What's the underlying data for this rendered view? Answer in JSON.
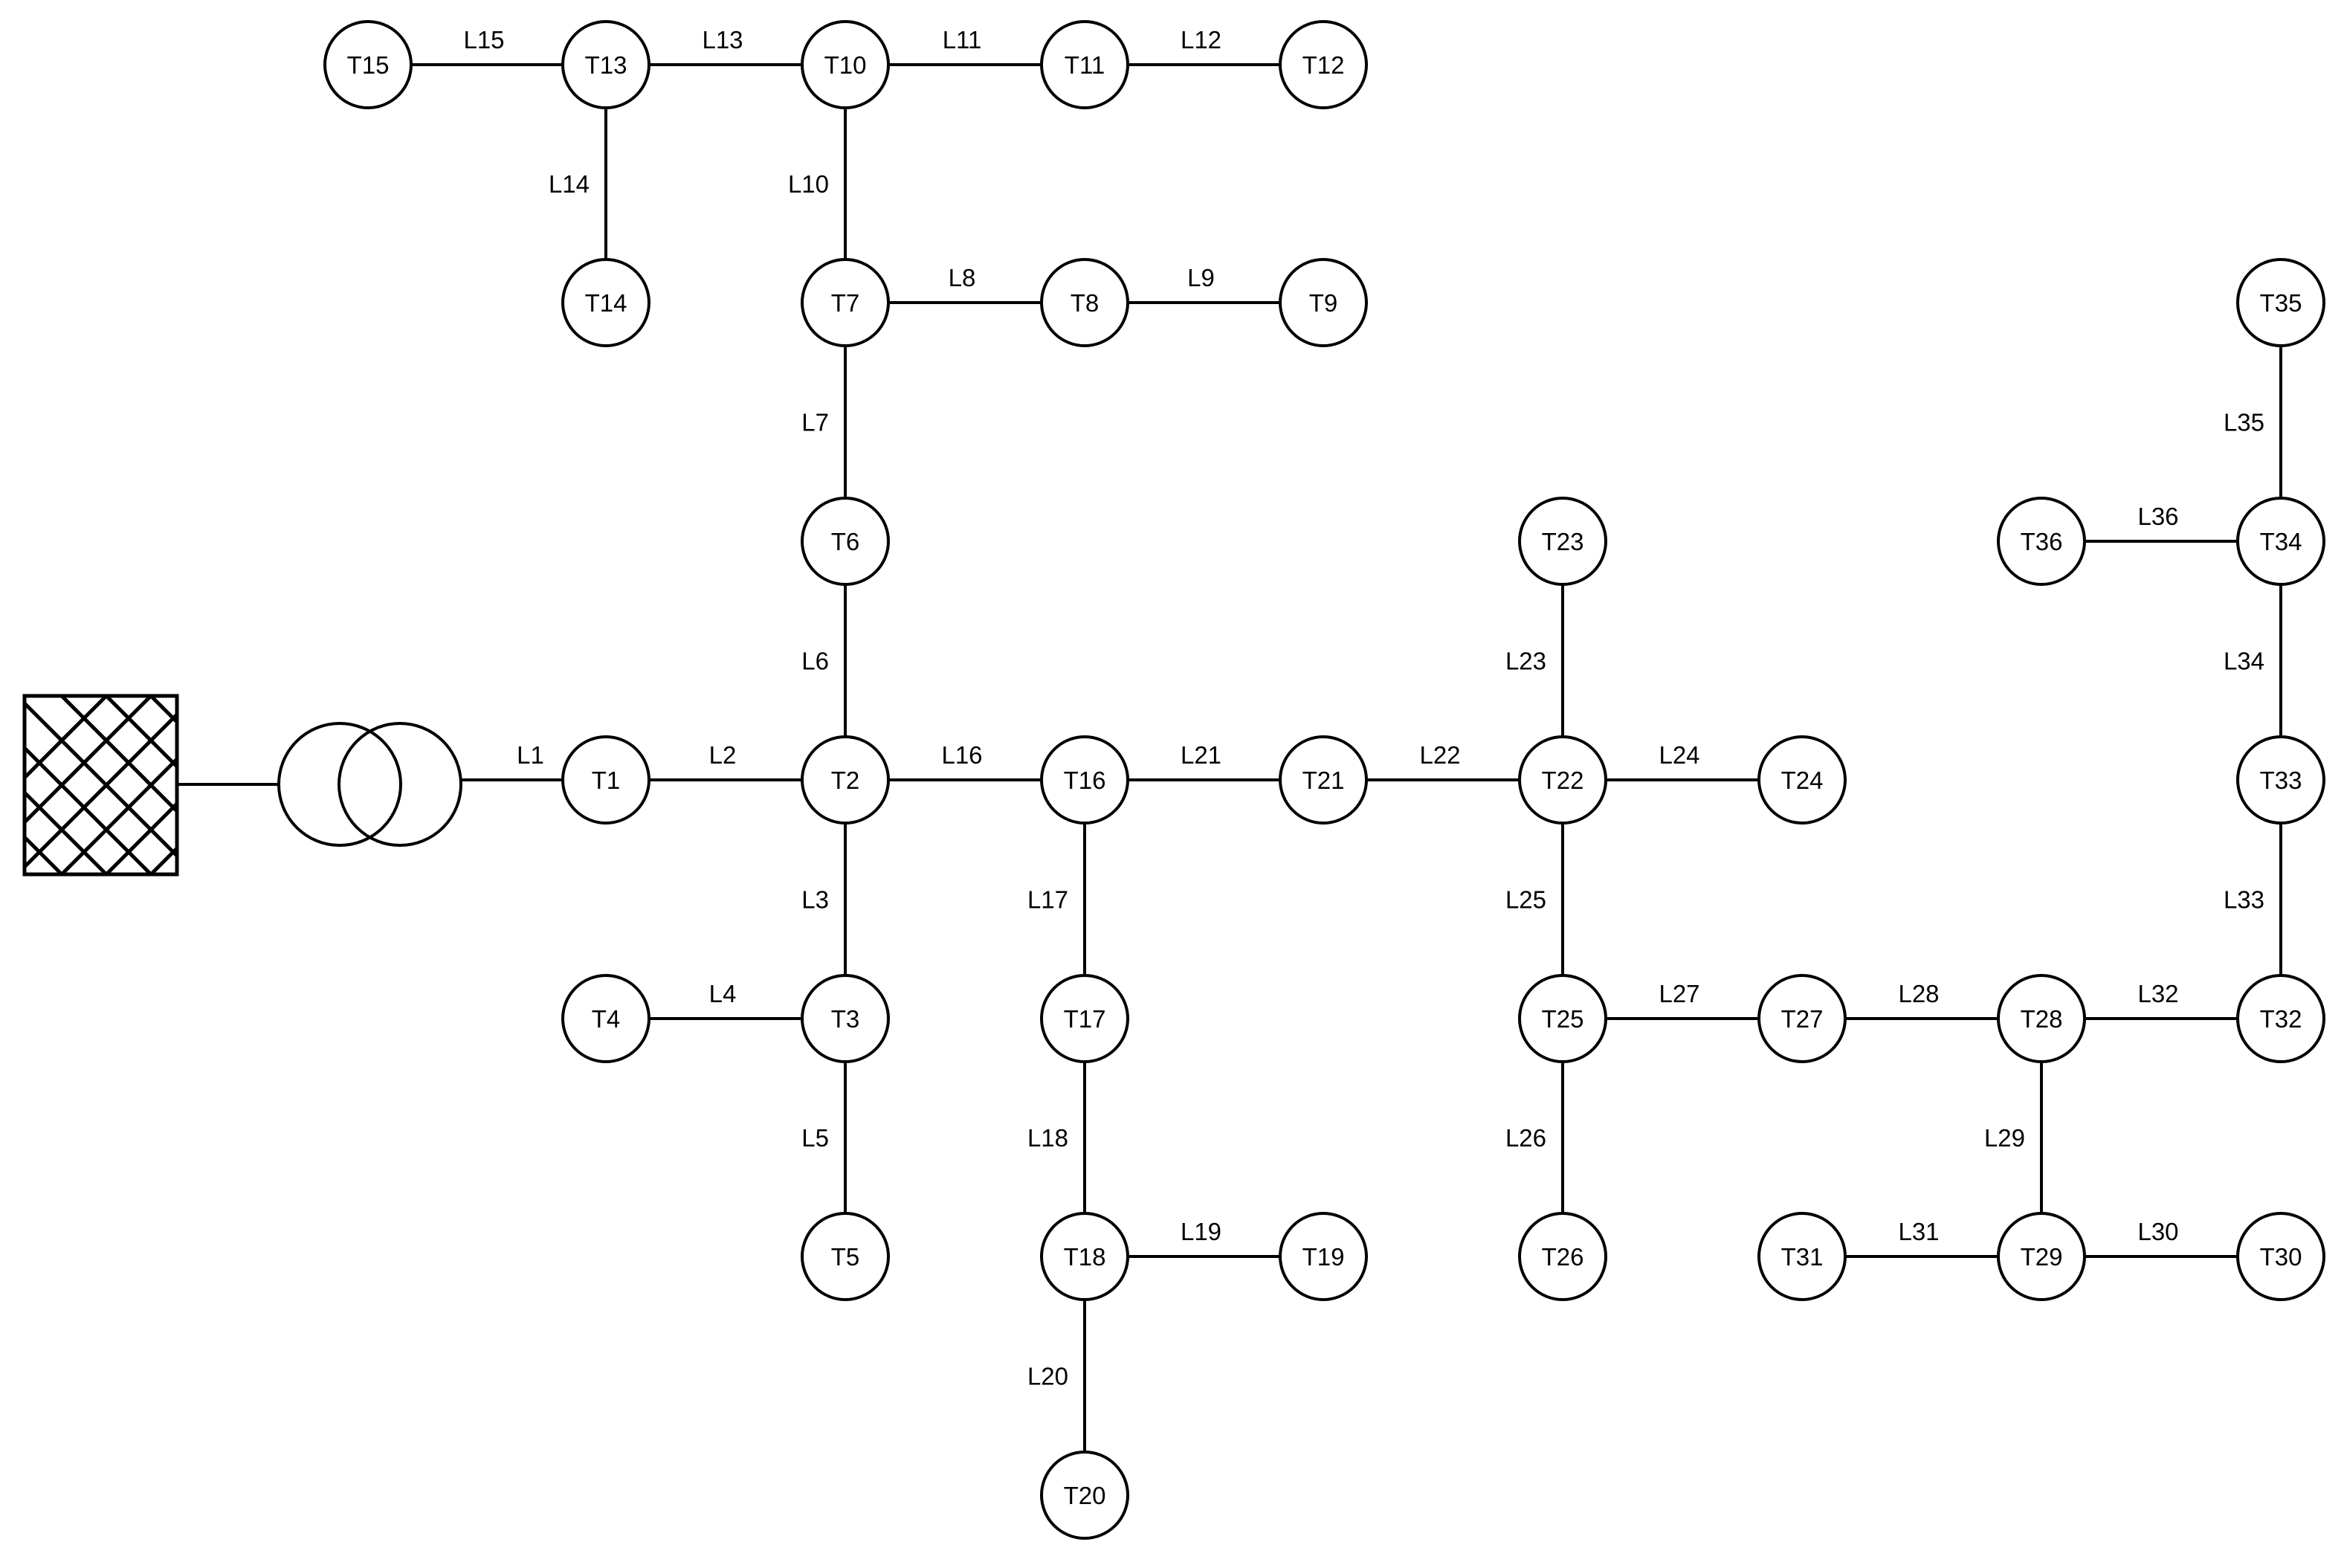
{
  "nodes": [
    {
      "id": "T1",
      "label": "T1"
    },
    {
      "id": "T2",
      "label": "T2"
    },
    {
      "id": "T3",
      "label": "T3"
    },
    {
      "id": "T4",
      "label": "T4"
    },
    {
      "id": "T5",
      "label": "T5"
    },
    {
      "id": "T6",
      "label": "T6"
    },
    {
      "id": "T7",
      "label": "T7"
    },
    {
      "id": "T8",
      "label": "T8"
    },
    {
      "id": "T9",
      "label": "T9"
    },
    {
      "id": "T10",
      "label": "T10"
    },
    {
      "id": "T11",
      "label": "T11"
    },
    {
      "id": "T12",
      "label": "T12"
    },
    {
      "id": "T13",
      "label": "T13"
    },
    {
      "id": "T14",
      "label": "T14"
    },
    {
      "id": "T15",
      "label": "T15"
    },
    {
      "id": "T16",
      "label": "T16"
    },
    {
      "id": "T17",
      "label": "T17"
    },
    {
      "id": "T18",
      "label": "T18"
    },
    {
      "id": "T19",
      "label": "T19"
    },
    {
      "id": "T20",
      "label": "T20"
    },
    {
      "id": "T21",
      "label": "T21"
    },
    {
      "id": "T22",
      "label": "T22"
    },
    {
      "id": "T23",
      "label": "T23"
    },
    {
      "id": "T24",
      "label": "T24"
    },
    {
      "id": "T25",
      "label": "T25"
    },
    {
      "id": "T26",
      "label": "T26"
    },
    {
      "id": "T27",
      "label": "T27"
    },
    {
      "id": "T28",
      "label": "T28"
    },
    {
      "id": "T29",
      "label": "T29"
    },
    {
      "id": "T30",
      "label": "T30"
    },
    {
      "id": "T31",
      "label": "T31"
    },
    {
      "id": "T32",
      "label": "T32"
    },
    {
      "id": "T33",
      "label": "T33"
    },
    {
      "id": "T34",
      "label": "T34"
    },
    {
      "id": "T35",
      "label": "T35"
    },
    {
      "id": "T36",
      "label": "T36"
    }
  ],
  "lines": [
    {
      "label": "L1",
      "from": "transformer",
      "to": "T1"
    },
    {
      "label": "L2",
      "from": "T1",
      "to": "T2"
    },
    {
      "label": "L3",
      "from": "T2",
      "to": "T3"
    },
    {
      "label": "L4",
      "from": "T3",
      "to": "T4"
    },
    {
      "label": "L5",
      "from": "T3",
      "to": "T5"
    },
    {
      "label": "L6",
      "from": "T2",
      "to": "T6"
    },
    {
      "label": "L7",
      "from": "T6",
      "to": "T7"
    },
    {
      "label": "L8",
      "from": "T7",
      "to": "T8"
    },
    {
      "label": "L9",
      "from": "T8",
      "to": "T9"
    },
    {
      "label": "L10",
      "from": "T7",
      "to": "T10"
    },
    {
      "label": "L11",
      "from": "T10",
      "to": "T11"
    },
    {
      "label": "L12",
      "from": "T11",
      "to": "T12"
    },
    {
      "label": "L13",
      "from": "T10",
      "to": "T13"
    },
    {
      "label": "L14",
      "from": "T13",
      "to": "T14"
    },
    {
      "label": "L15",
      "from": "T13",
      "to": "T15"
    },
    {
      "label": "L16",
      "from": "T2",
      "to": "T16"
    },
    {
      "label": "L17",
      "from": "T16",
      "to": "T17"
    },
    {
      "label": "L18",
      "from": "T17",
      "to": "T18"
    },
    {
      "label": "L19",
      "from": "T18",
      "to": "T19"
    },
    {
      "label": "L20",
      "from": "T18",
      "to": "T20"
    },
    {
      "label": "L21",
      "from": "T16",
      "to": "T21"
    },
    {
      "label": "L22",
      "from": "T21",
      "to": "T22"
    },
    {
      "label": "L23",
      "from": "T22",
      "to": "T23"
    },
    {
      "label": "L24",
      "from": "T22",
      "to": "T24"
    },
    {
      "label": "L25",
      "from": "T22",
      "to": "T25"
    },
    {
      "label": "L26",
      "from": "T25",
      "to": "T26"
    },
    {
      "label": "L27",
      "from": "T25",
      "to": "T27"
    },
    {
      "label": "L28",
      "from": "T27",
      "to": "T28"
    },
    {
      "label": "L29",
      "from": "T28",
      "to": "T29"
    },
    {
      "label": "L30",
      "from": "T29",
      "to": "T30"
    },
    {
      "label": "L31",
      "from": "T29",
      "to": "T31"
    },
    {
      "label": "L32",
      "from": "T28",
      "to": "T32"
    },
    {
      "label": "L33",
      "from": "T32",
      "to": "T33"
    },
    {
      "label": "L34",
      "from": "T33",
      "to": "T34"
    },
    {
      "label": "L35",
      "from": "T34",
      "to": "T35"
    },
    {
      "label": "L36",
      "from": "T34",
      "to": "T36"
    }
  ],
  "source": {
    "symbol": "grid-source-icon"
  },
  "transformer": {
    "symbol": "transformer-icon"
  },
  "colors": {
    "stroke": "#000000",
    "background": "#ffffff"
  }
}
